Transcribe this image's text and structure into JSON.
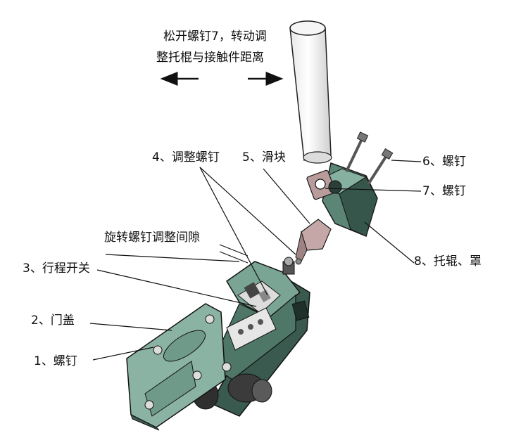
{
  "instruction": {
    "line1": "松开螺钉7，转动调",
    "line2": "整托棍与接触件距离"
  },
  "labels": {
    "adjust_screw": "4、调整螺钉",
    "slider": "5、滑块",
    "screw6": "6、螺钉",
    "screw7": "7、螺钉",
    "rotate_gap": "旋转螺钉调整间隙",
    "travel_switch": "3、行程开关",
    "roller_cover": "8、托辊、罩",
    "door_cover": "2、门盖",
    "screw1": "1、螺钉"
  },
  "colors": {
    "body_green": "#6e9a89",
    "body_dark": "#3f5f54",
    "roller_white": "#f4f4f4",
    "outline": "#1a1a1a"
  }
}
